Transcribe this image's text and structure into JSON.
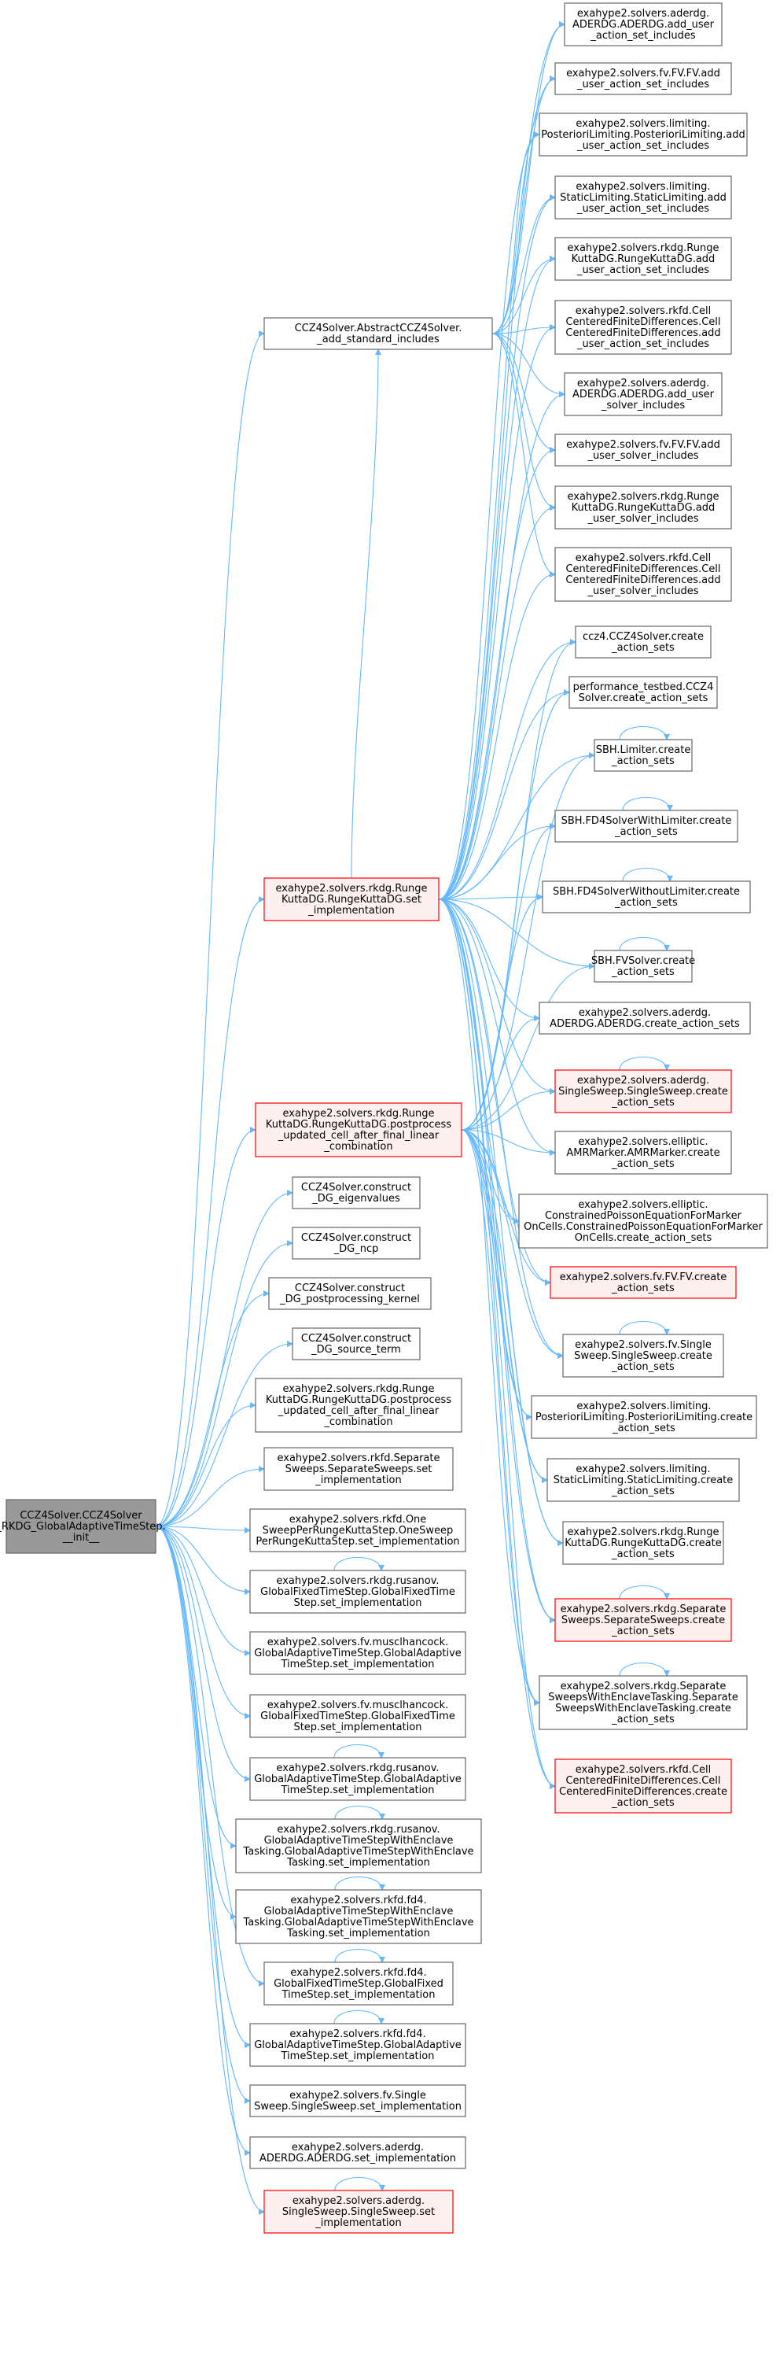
{
  "colors": {
    "edge": "#63b8ff",
    "node_border": "#666666",
    "node_border_highlight": "#ff0000",
    "node_fill_highlight": "#fff0f0",
    "root_fill": "#999999"
  },
  "nodes": [
    {
      "id": "root",
      "lines": [
        "CCZ4Solver.CCZ4Solver",
        "_RKDG_GlobalAdaptiveTimeStep.",
        "__init__"
      ],
      "root": true
    },
    {
      "id": "std_inc",
      "lines": [
        "CCZ4Solver.AbstractCCZ4Solver.",
        "_add_standard_includes"
      ]
    },
    {
      "id": "rk_setimpl",
      "lines": [
        "exahype2.solvers.rkdg.Runge",
        "KuttaDG.RungeKuttaDG.set",
        "_implementation"
      ],
      "highlight": true
    },
    {
      "id": "rk_post",
      "lines": [
        "exahype2.solvers.rkdg.Runge",
        "KuttaDG.RungeKuttaDG.postprocess",
        "_updated_cell_after_final_linear",
        "_combination"
      ],
      "highlight": true
    },
    {
      "id": "c_eig",
      "lines": [
        "CCZ4Solver.construct",
        "_DG_eigenvalues"
      ]
    },
    {
      "id": "c_ncp",
      "lines": [
        "CCZ4Solver.construct",
        "_DG_ncp"
      ]
    },
    {
      "id": "c_post",
      "lines": [
        "CCZ4Solver.construct",
        "_DG_postprocessing_kernel"
      ]
    },
    {
      "id": "c_src",
      "lines": [
        "CCZ4Solver.construct",
        "_DG_source_term"
      ]
    },
    {
      "id": "rk_post2",
      "lines": [
        "exahype2.solvers.rkdg.Runge",
        "KuttaDG.RungeKuttaDG.postprocess",
        "_updated_cell_after_final_linear",
        "_combination"
      ]
    },
    {
      "id": "sep_set",
      "lines": [
        "exahype2.solvers.rkfd.Separate",
        "Sweeps.SeparateSweeps.set",
        "_implementation"
      ]
    },
    {
      "id": "onesweep",
      "lines": [
        "exahype2.solvers.rkfd.One",
        "SweepPerRungeKuttaStep.OneSweep",
        "PerRungeKuttaStep.set_implementation"
      ]
    },
    {
      "id": "rus_fixed",
      "lines": [
        "exahype2.solvers.rkdg.rusanov.",
        "GlobalFixedTimeStep.GlobalFixedTime",
        "Step.set_implementation"
      ],
      "loop": true
    },
    {
      "id": "mus_adapt",
      "lines": [
        "exahype2.solvers.fv.musclhancock.",
        "GlobalAdaptiveTimeStep.GlobalAdaptive",
        "TimeStep.set_implementation"
      ]
    },
    {
      "id": "mus_fixed",
      "lines": [
        "exahype2.solvers.fv.musclhancock.",
        "GlobalFixedTimeStep.GlobalFixedTime",
        "Step.set_implementation"
      ]
    },
    {
      "id": "rus_adapt",
      "lines": [
        "exahype2.solvers.rkdg.rusanov.",
        "GlobalAdaptiveTimeStep.GlobalAdaptive",
        "TimeStep.set_implementation"
      ],
      "loop": true
    },
    {
      "id": "rus_encl",
      "lines": [
        "exahype2.solvers.rkdg.rusanov.",
        "GlobalAdaptiveTimeStepWithEnclave",
        "Tasking.GlobalAdaptiveTimeStepWithEnclave",
        "Tasking.set_implementation"
      ],
      "loop": true
    },
    {
      "id": "fd4_encl",
      "lines": [
        "exahype2.solvers.rkfd.fd4.",
        "GlobalAdaptiveTimeStepWithEnclave",
        "Tasking.GlobalAdaptiveTimeStepWithEnclave",
        "Tasking.set_implementation"
      ],
      "loop": true
    },
    {
      "id": "fd4_fixed",
      "lines": [
        "exahype2.solvers.rkfd.fd4.",
        "GlobalFixedTimeStep.GlobalFixed",
        "TimeStep.set_implementation"
      ],
      "loop": true
    },
    {
      "id": "fd4_adapt",
      "lines": [
        "exahype2.solvers.rkfd.fd4.",
        "GlobalAdaptiveTimeStep.GlobalAdaptive",
        "TimeStep.set_implementation"
      ],
      "loop": true
    },
    {
      "id": "fv_single_set",
      "lines": [
        "exahype2.solvers.fv.Single",
        "Sweep.SingleSweep.set_implementation"
      ]
    },
    {
      "id": "aderdg_set",
      "lines": [
        "exahype2.solvers.aderdg.",
        "ADERDG.ADERDG.set_implementation"
      ]
    },
    {
      "id": "ss_set",
      "lines": [
        "exahype2.solvers.aderdg.",
        "SingleSweep.SingleSweep.set",
        "_implementation"
      ],
      "highlight": true,
      "loop": true
    },
    {
      "id": "r1",
      "lines": [
        "exahype2.solvers.aderdg.",
        "ADERDG.ADERDG.add_user",
        "_action_set_includes"
      ]
    },
    {
      "id": "r2",
      "lines": [
        "exahype2.solvers.fv.FV.FV.add",
        "_user_action_set_includes"
      ]
    },
    {
      "id": "r3",
      "lines": [
        "exahype2.solvers.limiting.",
        "PosterioriLimiting.PosterioriLimiting.add",
        "_user_action_set_includes"
      ]
    },
    {
      "id": "r4",
      "lines": [
        "exahype2.solvers.limiting.",
        "StaticLimiting.StaticLimiting.add",
        "_user_action_set_includes"
      ]
    },
    {
      "id": "r5",
      "lines": [
        "exahype2.solvers.rkdg.Runge",
        "KuttaDG.RungeKuttaDG.add",
        "_user_action_set_includes"
      ]
    },
    {
      "id": "r6",
      "lines": [
        "exahype2.solvers.rkfd.Cell",
        "CenteredFiniteDifferences.Cell",
        "CenteredFiniteDifferences.add",
        "_user_action_set_includes"
      ]
    },
    {
      "id": "r7",
      "lines": [
        "exahype2.solvers.aderdg.",
        "ADERDG.ADERDG.add_user",
        "_solver_includes"
      ]
    },
    {
      "id": "r8",
      "lines": [
        "exahype2.solvers.fv.FV.FV.add",
        "_user_solver_includes"
      ]
    },
    {
      "id": "r9",
      "lines": [
        "exahype2.solvers.rkdg.Runge",
        "KuttaDG.RungeKuttaDG.add",
        "_user_solver_includes"
      ]
    },
    {
      "id": "r10",
      "lines": [
        "exahype2.solvers.rkfd.Cell",
        "CenteredFiniteDifferences.Cell",
        "CenteredFiniteDifferences.add",
        "_user_solver_includes"
      ]
    },
    {
      "id": "r11",
      "lines": [
        "ccz4.CCZ4Solver.create",
        "_action_sets"
      ]
    },
    {
      "id": "r12",
      "lines": [
        "performance_testbed.CCZ4",
        "Solver.create_action_sets"
      ]
    },
    {
      "id": "r13",
      "lines": [
        "SBH.Limiter.create",
        "_action_sets"
      ],
      "loop": true
    },
    {
      "id": "r14",
      "lines": [
        "SBH.FD4SolverWithLimiter.create",
        "_action_sets"
      ],
      "loop": true
    },
    {
      "id": "r15",
      "lines": [
        "SBH.FD4SolverWithoutLimiter.create",
        "_action_sets"
      ],
      "loop": true
    },
    {
      "id": "r16",
      "lines": [
        "SBH.FVSolver.create",
        "_action_sets"
      ],
      "loop": true
    },
    {
      "id": "r17",
      "lines": [
        "exahype2.solvers.aderdg.",
        "ADERDG.ADERDG.create_action_sets"
      ]
    },
    {
      "id": "r18",
      "lines": [
        "exahype2.solvers.aderdg.",
        "SingleSweep.SingleSweep.create",
        "_action_sets"
      ],
      "highlight": true,
      "loop": true
    },
    {
      "id": "r19",
      "lines": [
        "exahype2.solvers.elliptic.",
        "AMRMarker.AMRMarker.create",
        "_action_sets"
      ]
    },
    {
      "id": "r20",
      "lines": [
        "exahype2.solvers.elliptic.",
        "ConstrainedPoissonEquationForMarker",
        "OnCells.ConstrainedPoissonEquationForMarker",
        "OnCells.create_action_sets"
      ]
    },
    {
      "id": "r21",
      "lines": [
        "exahype2.solvers.fv.FV.FV.create",
        "_action_sets"
      ],
      "highlight": true
    },
    {
      "id": "r22",
      "lines": [
        "exahype2.solvers.fv.Single",
        "Sweep.SingleSweep.create",
        "_action_sets"
      ],
      "loop": true
    },
    {
      "id": "r23",
      "lines": [
        "exahype2.solvers.limiting.",
        "PosterioriLimiting.PosterioriLimiting.create",
        "_action_sets"
      ]
    },
    {
      "id": "r24",
      "lines": [
        "exahype2.solvers.limiting.",
        "StaticLimiting.StaticLimiting.create",
        "_action_sets"
      ]
    },
    {
      "id": "r25",
      "lines": [
        "exahype2.solvers.rkdg.Runge",
        "KuttaDG.RungeKuttaDG.create",
        "_action_sets"
      ]
    },
    {
      "id": "r26",
      "lines": [
        "exahype2.solvers.rkdg.Separate",
        "Sweeps.SeparateSweeps.create",
        "_action_sets"
      ],
      "highlight": true,
      "loop": true
    },
    {
      "id": "r27",
      "lines": [
        "exahype2.solvers.rkdg.Separate",
        "SweepsWithEnclaveTasking.Separate",
        "SweepsWithEnclaveTasking.create",
        "_action_sets"
      ],
      "loop": true
    },
    {
      "id": "r28",
      "lines": [
        "exahype2.solvers.rkfd.Cell",
        "CenteredFiniteDifferences.Cell",
        "CenteredFiniteDifferences.create",
        "_action_sets"
      ],
      "highlight": true
    }
  ],
  "edges": [
    [
      "root",
      "std_inc"
    ],
    [
      "root",
      "rk_setimpl"
    ],
    [
      "root",
      "rk_post"
    ],
    [
      "root",
      "c_eig"
    ],
    [
      "root",
      "c_ncp"
    ],
    [
      "root",
      "c_post"
    ],
    [
      "root",
      "c_src"
    ],
    [
      "root",
      "rk_post2"
    ],
    [
      "root",
      "sep_set"
    ],
    [
      "root",
      "onesweep"
    ],
    [
      "root",
      "rus_fixed"
    ],
    [
      "root",
      "mus_adapt"
    ],
    [
      "root",
      "mus_fixed"
    ],
    [
      "root",
      "rus_adapt"
    ],
    [
      "root",
      "rus_encl"
    ],
    [
      "root",
      "fd4_encl"
    ],
    [
      "root",
      "fd4_fixed"
    ],
    [
      "root",
      "fd4_adapt"
    ],
    [
      "root",
      "fv_single_set"
    ],
    [
      "root",
      "aderdg_set"
    ],
    [
      "root",
      "ss_set"
    ],
    [
      "std_inc",
      "r1"
    ],
    [
      "std_inc",
      "r2"
    ],
    [
      "std_inc",
      "r3"
    ],
    [
      "std_inc",
      "r4"
    ],
    [
      "std_inc",
      "r5"
    ],
    [
      "std_inc",
      "r6"
    ],
    [
      "std_inc",
      "r7"
    ],
    [
      "std_inc",
      "r8"
    ],
    [
      "std_inc",
      "r9"
    ],
    [
      "std_inc",
      "r10"
    ],
    [
      "rk_setimpl",
      "std_inc"
    ],
    [
      "rk_setimpl",
      "r1"
    ],
    [
      "rk_setimpl",
      "r2"
    ],
    [
      "rk_setimpl",
      "r3"
    ],
    [
      "rk_setimpl",
      "r4"
    ],
    [
      "rk_setimpl",
      "r5"
    ],
    [
      "rk_setimpl",
      "r6"
    ],
    [
      "rk_setimpl",
      "r7"
    ],
    [
      "rk_setimpl",
      "r8"
    ],
    [
      "rk_setimpl",
      "r9"
    ],
    [
      "rk_setimpl",
      "r10"
    ],
    [
      "rk_setimpl",
      "r11"
    ],
    [
      "rk_setimpl",
      "r12"
    ],
    [
      "rk_setimpl",
      "r13"
    ],
    [
      "rk_setimpl",
      "r14"
    ],
    [
      "rk_setimpl",
      "r15"
    ],
    [
      "rk_setimpl",
      "r16"
    ],
    [
      "rk_setimpl",
      "r17"
    ],
    [
      "rk_setimpl",
      "r18"
    ],
    [
      "rk_setimpl",
      "r19"
    ],
    [
      "rk_setimpl",
      "r20"
    ],
    [
      "rk_setimpl",
      "r21"
    ],
    [
      "rk_setimpl",
      "r22"
    ],
    [
      "rk_setimpl",
      "r23"
    ],
    [
      "rk_setimpl",
      "r24"
    ],
    [
      "rk_setimpl",
      "r25"
    ],
    [
      "rk_setimpl",
      "r26"
    ],
    [
      "rk_setimpl",
      "r27"
    ],
    [
      "rk_setimpl",
      "r28"
    ],
    [
      "rk_post",
      "r11"
    ],
    [
      "rk_post",
      "r12"
    ],
    [
      "rk_post",
      "r13"
    ],
    [
      "rk_post",
      "r14"
    ],
    [
      "rk_post",
      "r15"
    ],
    [
      "rk_post",
      "r16"
    ],
    [
      "rk_post",
      "r17"
    ],
    [
      "rk_post",
      "r18"
    ],
    [
      "rk_post",
      "r19"
    ],
    [
      "rk_post",
      "r20"
    ],
    [
      "rk_post",
      "r21"
    ],
    [
      "rk_post",
      "r22"
    ],
    [
      "rk_post",
      "r23"
    ],
    [
      "rk_post",
      "r24"
    ],
    [
      "rk_post",
      "r25"
    ],
    [
      "rk_post",
      "r26"
    ],
    [
      "rk_post",
      "r27"
    ],
    [
      "rk_post",
      "r28"
    ]
  ]
}
